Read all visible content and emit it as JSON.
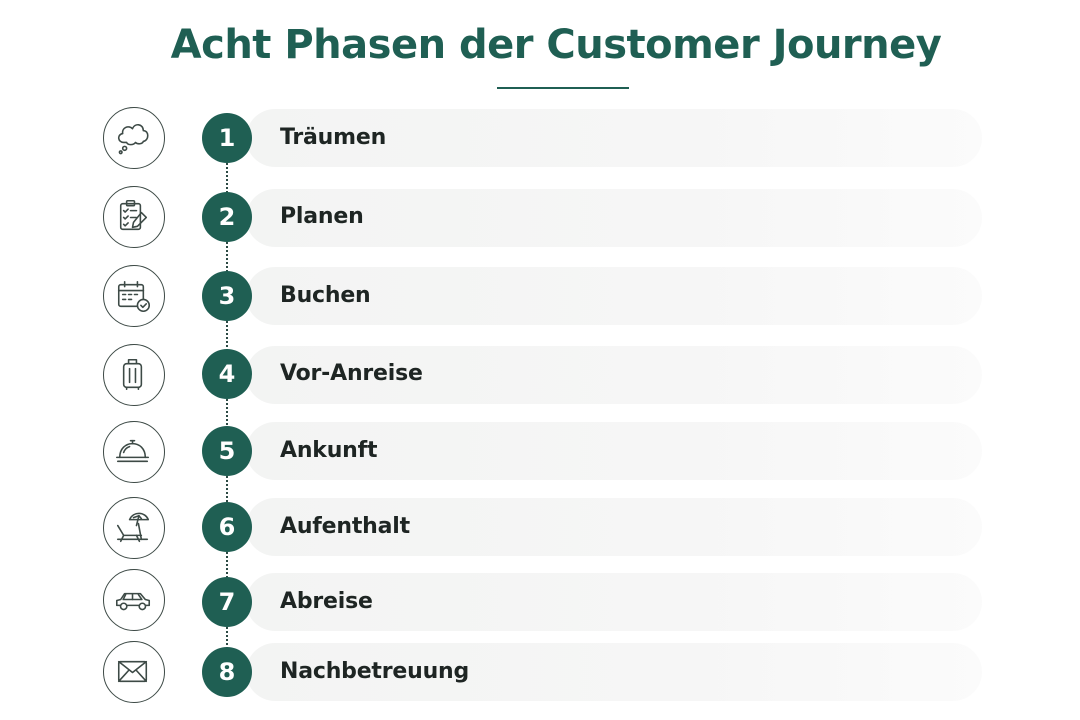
{
  "title": "Acht Phasen der Customer Journey",
  "accent_color": "#1f5f53",
  "phases": [
    {
      "number": "1",
      "label": "Träumen",
      "icon": "thought-cloud-icon"
    },
    {
      "number": "2",
      "label": "Planen",
      "icon": "clipboard-checklist-icon"
    },
    {
      "number": "3",
      "label": "Buchen",
      "icon": "calendar-check-icon"
    },
    {
      "number": "4",
      "label": "Vor-Anreise",
      "icon": "suitcase-icon"
    },
    {
      "number": "5",
      "label": "Ankunft",
      "icon": "reception-bell-icon"
    },
    {
      "number": "6",
      "label": "Aufenthalt",
      "icon": "beach-lounger-umbrella-icon"
    },
    {
      "number": "7",
      "label": "Abreise",
      "icon": "car-icon"
    },
    {
      "number": "8",
      "label": "Nachbetreuung",
      "icon": "envelope-icon"
    }
  ]
}
